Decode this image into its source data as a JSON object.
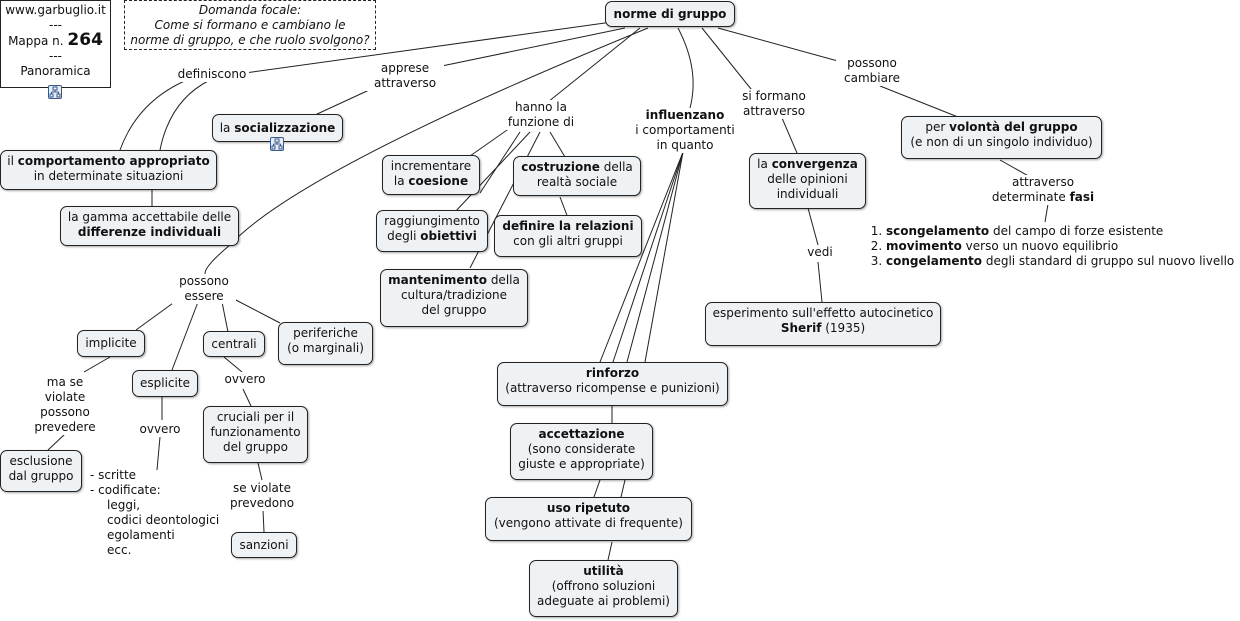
{
  "info": {
    "site": "www.garbuglio.it",
    "sep": "---",
    "map_label": "Mappa n.",
    "map_number": "264",
    "sep2": "---",
    "view": "Panoramica"
  },
  "focal": {
    "line1": "Domanda focale:",
    "line2": "Come si formano e cambiano le",
    "line3": "norme di gruppo, e che ruolo svolgono?"
  },
  "icons": [
    "diagram-icon",
    "diagram-icon"
  ],
  "nodes": {
    "root": "norme di gruppo",
    "socializzazione": {
      "pre": "la ",
      "bold": "socializzazione"
    },
    "comportamento": {
      "pre": "il ",
      "bold": "comportamento appropriato",
      "post": "in determinate situazioni"
    },
    "gamma": {
      "pre": "la gamma accettabile delle",
      "bold": "differenze individuali"
    },
    "coesione": {
      "pre": "incrementare",
      "pre2": "la ",
      "bold": "coesione"
    },
    "costruzione": {
      "bold": "costruzione",
      "post": " della",
      "post2": "realtà sociale"
    },
    "obiettivi": {
      "pre": "raggiungimento",
      "pre2": "degli ",
      "bold": "obiettivi"
    },
    "relazioni": {
      "bold": "definire la relazioni",
      "post": "con gli altri gruppi"
    },
    "mantenimento": {
      "bold": "mantenimento",
      "post": " della",
      "post2": "cultura/tradizione",
      "post3": "del gruppo"
    },
    "convergenza": {
      "pre": "la ",
      "bold": "convergenza",
      "post": "delle opinioni",
      "post2": "individuali"
    },
    "volonta": {
      "pre": "per ",
      "bold": "volontà del gruppo",
      "post": "(e non di un singolo individuo)"
    },
    "sherif": {
      "pre": "esperimento sull'effetto autocinetico",
      "bold": "Sherif",
      "post": " (1935)"
    },
    "implicite": "implicite",
    "esplicite": "esplicite",
    "centrali": "centrali",
    "periferiche": {
      "l1": "periferiche",
      "l2": "(o marginali)"
    },
    "esclusione": {
      "l1": "esclusione",
      "l2": "dal gruppo"
    },
    "cruciali": {
      "l1": "cruciali per il",
      "l2": "funzionamento",
      "l3": "del gruppo"
    },
    "sanzioni": "sanzioni",
    "rinforzo": {
      "bold": "rinforzo",
      "post": "(attraverso ricompense e punizioni)"
    },
    "accettazione": {
      "bold": "accettazione",
      "post": "(sono considerate",
      "post2": "giuste e appropriate)"
    },
    "uso": {
      "bold": "uso ripetuto",
      "post": "(vengono attivate di frequente)"
    },
    "utilita": {
      "bold": "utilità",
      "post": "(offrono soluzioni",
      "post2": "adeguate ai problemi)"
    }
  },
  "labels": {
    "definiscono": "definiscono",
    "apprese": {
      "l1": "apprese",
      "l2": "attraverso"
    },
    "hanno": {
      "l1": "hanno la",
      "l2": "funzione di"
    },
    "influenzano": {
      "bold": "influenzano",
      "l2": "i comportamenti",
      "l3": "in quanto"
    },
    "formano": {
      "l1": "si formano",
      "l2": "attraverso"
    },
    "possono_cambiare": {
      "l1": "possono",
      "l2": "cambiare"
    },
    "attraverso_fasi": {
      "l1": "attraverso",
      "l2": "determinate ",
      "bold": "fasi"
    },
    "vedi": "vedi",
    "possono_essere": {
      "l1": "possono",
      "l2": "essere"
    },
    "ma_se": {
      "l1": "ma se",
      "l2": "violate",
      "l3": "possono",
      "l4": "prevedere"
    },
    "ovvero1": "ovvero",
    "ovvero2": "ovvero",
    "se_violate": {
      "l1": "se violate",
      "l2": "prevedono"
    }
  },
  "fasi": [
    {
      "bold": "scongelamento",
      "rest": " del campo di forze esistente"
    },
    {
      "bold": "movimento",
      "rest": " verso un nuovo equilibrio"
    },
    {
      "bold": "congelamento",
      "rest": " degli standard di gruppo sul nuovo livello"
    }
  ],
  "esplicite_list": [
    "- scritte",
    "- codificate:",
    "leggi,",
    "codici deontologici",
    "egolamenti",
    "ecc."
  ]
}
